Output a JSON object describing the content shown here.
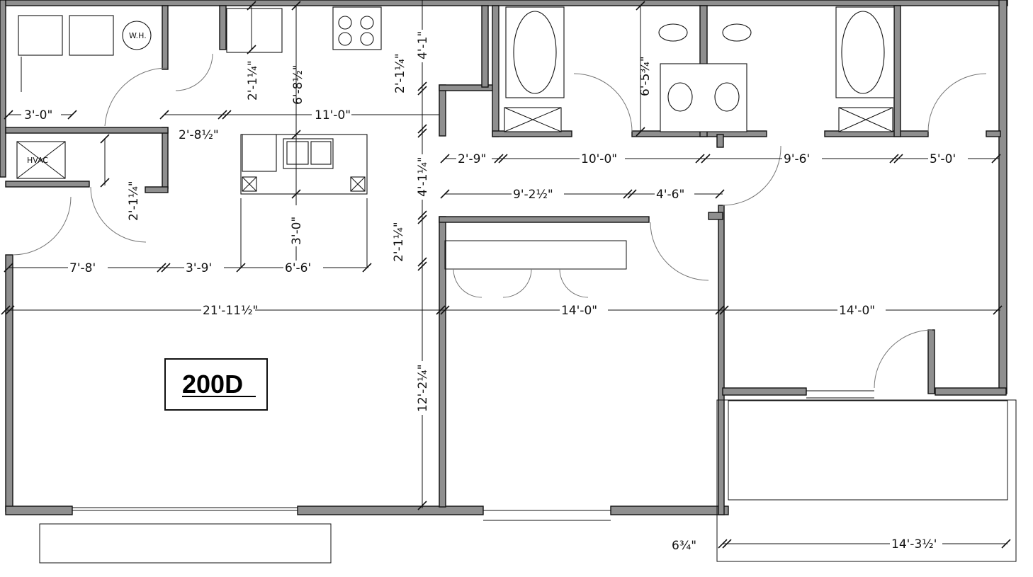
{
  "unit": {
    "label": "200D"
  },
  "fixtures": {
    "water_heater": "W.H.",
    "hvac": "HVAC"
  },
  "dimensions": {
    "d_3_0": "3'-0\"",
    "d_2_8h": "2'-8½\"",
    "d_11_0": "11'-0\"",
    "d_2_1q_a": "2'-1¼\"",
    "d_6_8h": "6'-8½\"",
    "d_2_1q_b": "2'-1¼\"",
    "d_4_1": "4'-1\"",
    "d_6_5tq": "6'-5¾\"",
    "d_2_9": "2'-9\"",
    "d_10_0": "10'-0\"",
    "d_9_6": "9'-6'",
    "d_5_0": "5'-0'",
    "d_4_1q": "4'-1¼\"",
    "d_9_2h": "9'-2½\"",
    "d_4_6": "4'-6\"",
    "d_2_1q_c": "2'-1¼\"",
    "d_2_1q_d": "2'-1¼\"",
    "d_3_0b": "3'-0\"",
    "d_7_8": "7'-8'",
    "d_3_9": "3'-9'",
    "d_6_6": "6'-6'",
    "d_21_11h": "21'-11½\"",
    "d_14_0a": "14'-0\"",
    "d_14_0b": "14'-0\"",
    "d_12_2q": "12'-2¼\"",
    "d_6_3q": "6¾\"",
    "d_14_3h": "14'-3½'"
  }
}
